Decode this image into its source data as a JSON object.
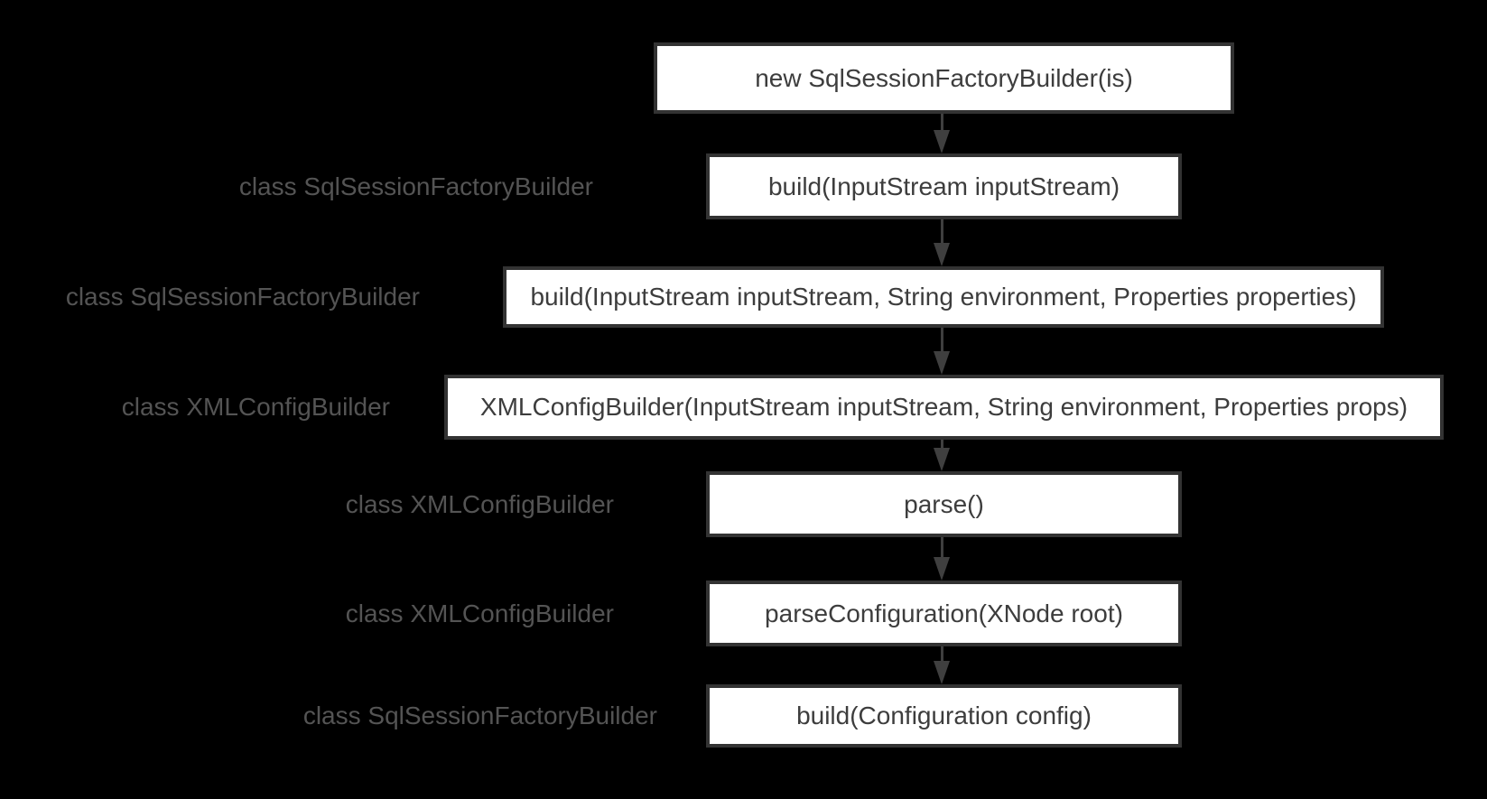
{
  "diagram": {
    "type": "flowchart",
    "direction": "top-down",
    "colors": {
      "background": "#000000",
      "box_fill": "#ffffff",
      "box_border": "#333333",
      "box_text": "#3d3d3d",
      "label_text": "#545454",
      "arrow": "#3f3f3f"
    },
    "rows": [
      {
        "label": "",
        "box": "new SqlSessionFactoryBuilder(is)"
      },
      {
        "label": "class SqlSessionFactoryBuilder",
        "box": "build(InputStream inputStream)"
      },
      {
        "label": "class SqlSessionFactoryBuilder",
        "box": "build(InputStream inputStream, String environment, Properties properties)"
      },
      {
        "label": "class XMLConfigBuilder",
        "box": "XMLConfigBuilder(InputStream inputStream, String environment, Properties props)"
      },
      {
        "label": "class XMLConfigBuilder",
        "box": "parse()"
      },
      {
        "label": "class XMLConfigBuilder",
        "box": "parseConfiguration(XNode root)"
      },
      {
        "label": "class SqlSessionFactoryBuilder",
        "box": "build(Configuration config)"
      }
    ],
    "connections": [
      {
        "from": 0,
        "to": 1
      },
      {
        "from": 1,
        "to": 2
      },
      {
        "from": 2,
        "to": 3
      },
      {
        "from": 3,
        "to": 4
      },
      {
        "from": 4,
        "to": 5
      },
      {
        "from": 5,
        "to": 6
      }
    ]
  }
}
